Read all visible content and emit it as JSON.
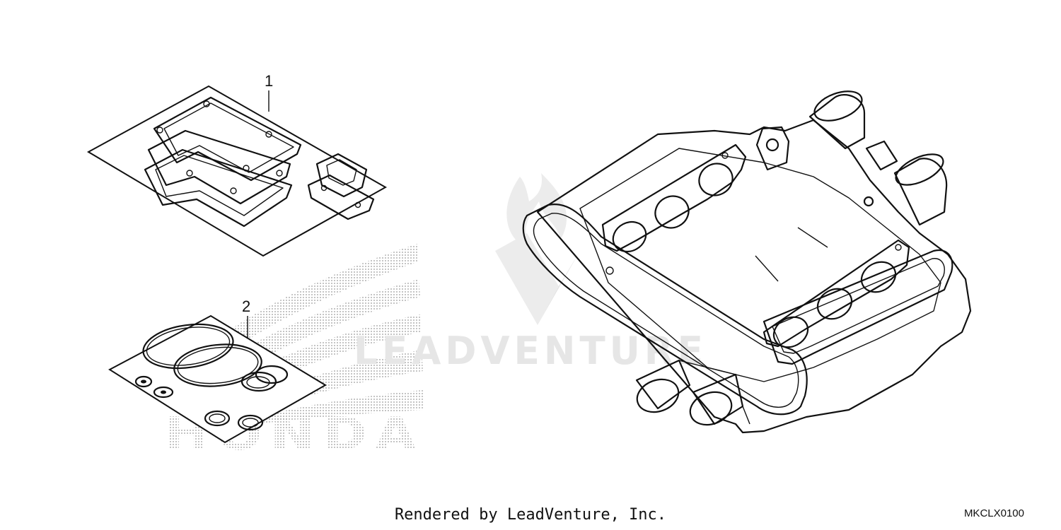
{
  "callouts": [
    {
      "number": "1"
    },
    {
      "number": "2"
    }
  ],
  "watermark": {
    "text": "LEADVENTURE"
  },
  "brand_logo": {
    "text": "HONDA"
  },
  "footer": {
    "credit": "Rendered by LeadVenture, Inc.",
    "diagram_code": "MKCLX0100"
  }
}
